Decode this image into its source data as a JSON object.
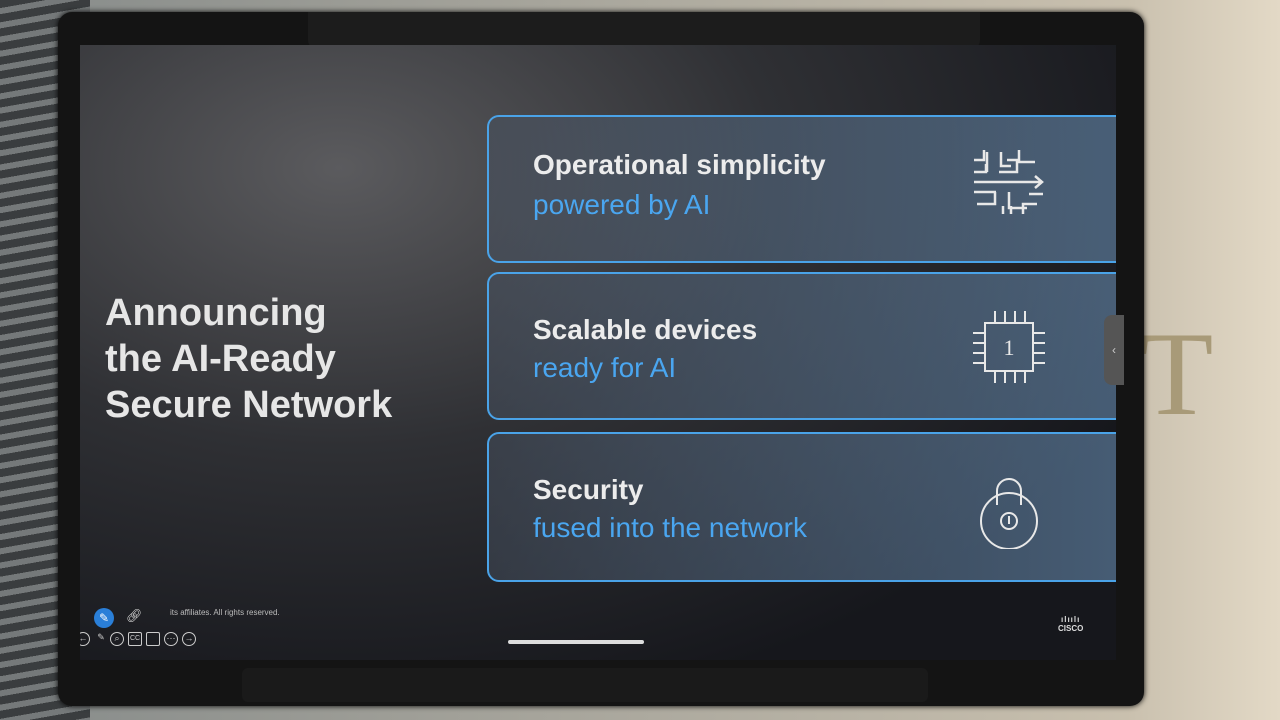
{
  "slide": {
    "title_lines": [
      "Announcing",
      "the AI-Ready",
      "Secure Network"
    ],
    "cards": [
      {
        "heading": "Operational simplicity",
        "sub": "powered by AI",
        "icon": "circuit-arrow-icon"
      },
      {
        "heading": "Scalable devices",
        "sub": "ready for AI",
        "icon": "chip-icon",
        "chip_label": "1"
      },
      {
        "heading": "Security",
        "sub": "fused into the network",
        "icon": "padlock-icon"
      }
    ],
    "footer": "its affiliates. All rights reserved.",
    "logo": "CISCO"
  },
  "toolbar": {
    "cc_label": "CC",
    "icons": [
      "annotate-icon",
      "link-icon",
      "back-icon",
      "pen-icon",
      "zoom-icon",
      "captions-icon",
      "panel-icon",
      "more-icon",
      "forward-icon"
    ]
  },
  "colors": {
    "accent": "#4aa6f0",
    "card_border": "#4aa3e8"
  }
}
